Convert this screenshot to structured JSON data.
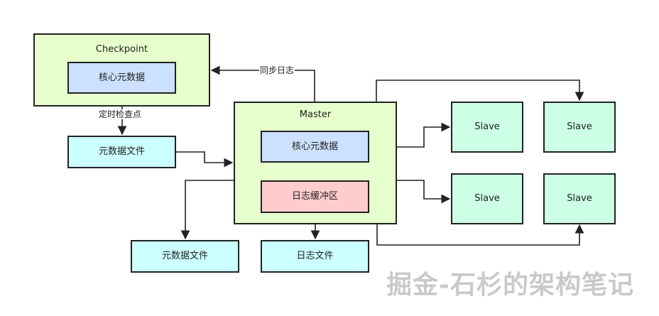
{
  "diagram": {
    "checkpoint": {
      "title": "Checkpoint",
      "inner": "核心元数据"
    },
    "checkpoint_file": "元数据文件",
    "master": {
      "title": "Master",
      "metadata": "核心元数据",
      "log_buffer": "日志缓冲区"
    },
    "master_meta_file": "元数据文件",
    "master_log_file": "日志文件",
    "slaves": [
      "Slave",
      "Slave",
      "Slave",
      "Slave"
    ],
    "edges": {
      "sync_log": "同步日志",
      "checkpoint": "定时检查点"
    }
  },
  "watermark": "掘金-石杉的架构笔记",
  "colors": {
    "green_container": "#e6ffcc",
    "blue_box": "#cce0ff",
    "cyan_box": "#ccffff",
    "pink_box": "#ffcccc",
    "slave_box": "#ccffe6",
    "line": "#222222"
  }
}
